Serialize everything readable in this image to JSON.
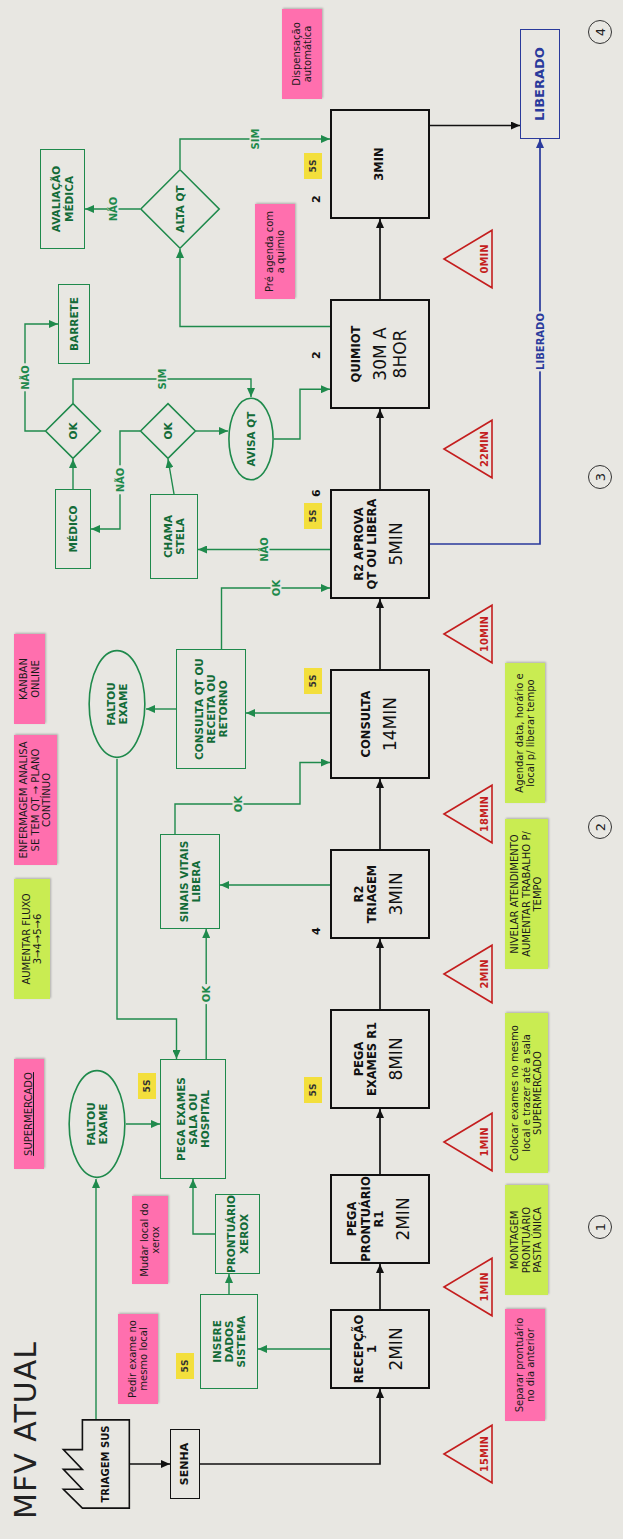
{
  "diagram": {
    "title": "MFV ATUAL",
    "nodes": [
      {
        "text": [
          "TRIAGEM SUS"
        ]
      },
      {
        "text": [
          "SENHA"
        ]
      },
      {
        "text": [
          "Pedir exame no mesmo local"
        ]
      },
      {
        "text": [
          "INSERE DADOS SISTEMA"
        ]
      },
      {
        "text": [
          "5S"
        ]
      },
      {
        "text": [
          "Mudar local do xerox"
        ]
      },
      {
        "text": [
          "PRONTUÁRIO XEROX"
        ]
      },
      {
        "text": [
          "SUPERMERCADO"
        ]
      },
      {
        "text": [
          "FALTOU EXAME"
        ]
      },
      {
        "text": [
          "PEGA EXAMES SALA OU HOSPITAL"
        ]
      },
      {
        "text": [
          "5S"
        ]
      },
      {
        "text": [
          "RECEPÇÃO 1",
          "2MIN"
        ]
      },
      {
        "text": [
          "PEGA PRONTUÁRIO R1",
          "2MIN"
        ]
      },
      {
        "text": [
          "PEGA EXAMES R1",
          "8MIN"
        ]
      },
      {
        "text": [
          "5S"
        ]
      },
      {
        "text": [
          "15MIN"
        ]
      },
      {
        "text": [
          "1MIN"
        ]
      },
      {
        "text": [
          "1MIN"
        ]
      },
      {
        "text": [
          "Separar prontuário no dia anterior"
        ]
      },
      {
        "text": [
          "MONTAGEM PRONTUÁRIO PASTA ÚNICA"
        ]
      },
      {
        "text": [
          "Colocar exames no mesmo local e trazer até a sala SUPERMERCADO"
        ]
      },
      {
        "text": [
          "AUMENTAR FLUXO 3→4→5→6"
        ]
      },
      {
        "text": [
          "ENFERMAGEM ANALISA SE TEM QT → PLANO CONTÍNUO"
        ]
      },
      {
        "text": [
          "SINAIS VITAIS LIBERA"
        ]
      },
      {
        "text": [
          "R2 TRIAGEM",
          "3MIN"
        ]
      },
      {
        "text": [
          "2MIN"
        ]
      },
      {
        "text": [
          "NIVELAR ATENDIMENTO AUMENTAR TRABALHO P/ TEMPO"
        ]
      },
      {
        "text": [
          "FALTOU EXAME"
        ]
      },
      {
        "text": [
          "KANBAN ONLINE"
        ]
      },
      {
        "text": [
          "CONSULTA QT OU RECEITA OU RETORNO"
        ]
      },
      {
        "text": [
          "CONSULTA",
          "14MIN"
        ]
      },
      {
        "text": [
          "5S"
        ]
      },
      {
        "text": [
          "18MIN"
        ]
      },
      {
        "text": [
          "Agendar data, horário e local p/ liberar tempo"
        ]
      },
      {
        "text": [
          "MÉDICO"
        ]
      },
      {
        "text": [
          "OK"
        ]
      },
      {
        "text": [
          "BARRETE"
        ]
      },
      {
        "text": [
          "OK"
        ]
      },
      {
        "text": [
          "CHAMA STELA"
        ]
      },
      {
        "text": [
          "AVISA QT"
        ]
      },
      {
        "text": [
          "Pré agenda com a quimio"
        ]
      },
      {
        "text": [
          "R2 APROVA QT OU LIBERA",
          "5MIN"
        ]
      },
      {
        "text": [
          "5S"
        ]
      },
      {
        "text": [
          "10MIN"
        ]
      },
      {
        "text": [
          "QUIMIOT",
          "30M A 8HOR"
        ]
      },
      {
        "text": [
          "22MIN"
        ]
      },
      {
        "text": [
          "AVALIAÇÃO MÉDICA"
        ]
      },
      {
        "text": [
          "ALTA QT"
        ]
      },
      {
        "text": [
          "Dispensação automática"
        ]
      },
      {
        "text": [
          "3MIN"
        ]
      },
      {
        "text": [
          "5S"
        ]
      },
      {
        "text": [
          "0MIN"
        ]
      },
      {
        "text": [
          "LIBERADO"
        ]
      }
    ],
    "edges": [
      {
        "from": 0,
        "to": 1,
        "arrow": "to"
      },
      {
        "from": 1,
        "to": 11,
        "arrow": "to"
      },
      {
        "from": 11,
        "to": 12,
        "arrow": "to"
      },
      {
        "from": 12,
        "to": 13,
        "arrow": "to"
      },
      {
        "from": 13,
        "to": 24,
        "arrow": "to"
      },
      {
        "from": 24,
        "to": 30,
        "arrow": "to"
      },
      {
        "from": 30,
        "to": 41,
        "arrow": "to"
      },
      {
        "from": 41,
        "to": 44,
        "arrow": "to"
      },
      {
        "from": 44,
        "to": 49,
        "arrow": "to"
      },
      {
        "from": 49,
        "to": 52,
        "arrow": "to"
      },
      {
        "from": 41,
        "to": 52,
        "label": "LIBERADO",
        "arrow": "to"
      },
      {
        "from": 11,
        "to": 3,
        "arrow": "to"
      },
      {
        "from": 3,
        "to": 6,
        "arrow": "to"
      },
      {
        "from": 6,
        "to": 9,
        "arrow": "to"
      },
      {
        "from": 0,
        "to": 8,
        "arrow": "to"
      },
      {
        "from": 8,
        "to": 9,
        "arrow": "to"
      },
      {
        "from": 24,
        "to": 23,
        "arrow": "to"
      },
      {
        "from": 9,
        "to": 23,
        "label": "OK",
        "arrow": "to"
      },
      {
        "from": 23,
        "to": 30,
        "label": "OK",
        "arrow": "to"
      },
      {
        "from": 30,
        "to": 29,
        "arrow": "to"
      },
      {
        "from": 29,
        "to": 27,
        "arrow": "to"
      },
      {
        "from": 27,
        "to": 9,
        "arrow": "to"
      },
      {
        "from": 29,
        "to": 41,
        "label": "OK",
        "arrow": "to"
      },
      {
        "from": 41,
        "to": 38,
        "label": "NÃO",
        "arrow": "to"
      },
      {
        "from": 38,
        "to": 37,
        "arrow": "to"
      },
      {
        "from": 34,
        "to": 35,
        "arrow": "to"
      },
      {
        "from": 35,
        "to": 36,
        "label": "NÃO",
        "arrow": "to"
      },
      {
        "from": 35,
        "to": 39,
        "label": "SIM",
        "arrow": "to"
      },
      {
        "from": 37,
        "to": 34,
        "label": "NÃO",
        "arrow": "to"
      },
      {
        "from": 37,
        "to": 39,
        "arrow": "to"
      },
      {
        "from": 39,
        "to": 44,
        "arrow": "to"
      },
      {
        "from": 44,
        "to": 47,
        "arrow": "to"
      },
      {
        "from": 47,
        "to": 46,
        "label": "NÃO",
        "arrow": "to"
      },
      {
        "from": 47,
        "to": 49,
        "label": "SIM",
        "arrow": "to"
      }
    ],
    "labels": [
      "1",
      "2",
      "3",
      "4",
      "4",
      "6",
      "2",
      "2"
    ]
  }
}
